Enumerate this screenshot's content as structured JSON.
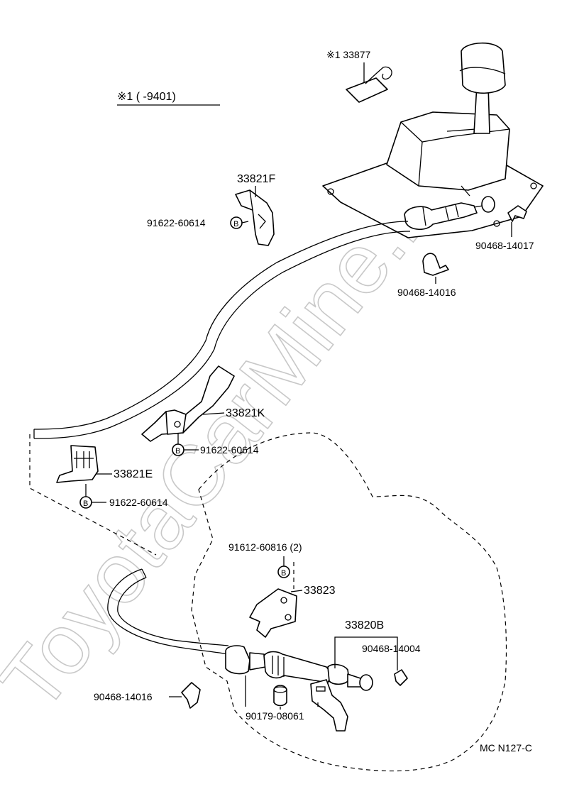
{
  "watermark": "ToyotaCarMine.ru",
  "note": {
    "title": "※1 (      -9401)"
  },
  "labels": {
    "p33877": "※1 33877",
    "p33821F": "33821F",
    "b1": "91622-60614",
    "p90468_14017": "90468-14017",
    "p90468_14016a": "90468-14016",
    "p33821K": "33821K",
    "b2": "91622-60614",
    "p33821E": "33821E",
    "b3": "91622-60614",
    "p91612": "91612-60816 (2)",
    "p33823": "33823",
    "p33820B": "33820B",
    "p90468_14004": "90468-14004",
    "p90468_14016b": "90468-14016",
    "p90179": "90179-08061",
    "diagram_code": "MC N127-C"
  },
  "bolt_marker": "B"
}
